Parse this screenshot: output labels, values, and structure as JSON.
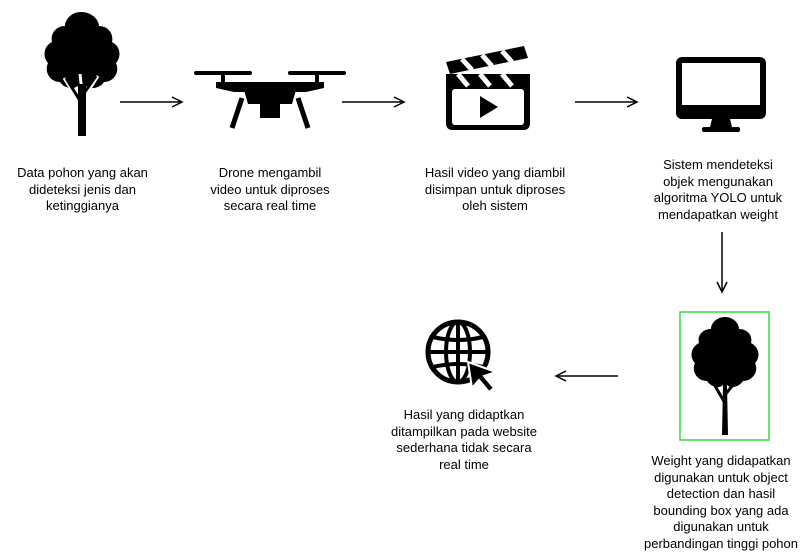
{
  "steps": [
    {
      "id": "tree",
      "icon": "tree-icon",
      "caption": "Data pohon yang akan\ndideteksi jenis dan\nketinggianya"
    },
    {
      "id": "drone",
      "icon": "drone-icon",
      "caption": "Drone mengambil\nvideo untuk diproses\nsecara real time"
    },
    {
      "id": "video",
      "icon": "clapperboard-icon",
      "caption": "Hasil video yang diambil\ndisimpan untuk diproses\noleh sistem"
    },
    {
      "id": "system",
      "icon": "monitor-icon",
      "caption": "Sistem mendeteksi\nobjek mengunakan\nalgoritma YOLO untuk\nmendapatkan weight"
    },
    {
      "id": "detection",
      "icon": "tree-bounding-box-icon",
      "caption": "Weight yang didapatkan\ndigunakan untuk object\ndetection dan hasil\nbounding box yang ada\ndigunakan untuk\nperbandingan tinggi pohon"
    },
    {
      "id": "website",
      "icon": "globe-cursor-icon",
      "caption": "Hasil yang didaptkan\nditampilkan pada website\nsederhana tidak secara\nreal time"
    }
  ],
  "colors": {
    "ink": "#000000",
    "bounding_box": "#33dd33"
  }
}
